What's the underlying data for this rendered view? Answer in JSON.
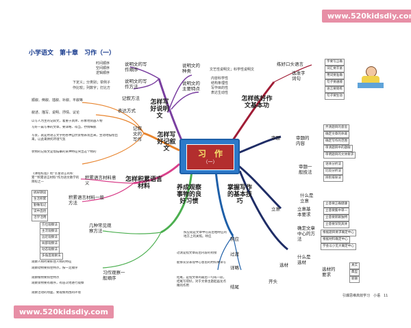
{
  "watermark": {
    "text": "www.520kidsdiy.com"
  },
  "title": "小学语文　第十章　习作（一）",
  "center": {
    "line1": "习　作",
    "line2": "（一）"
  },
  "branches": {
    "shuoming": "怎样写好说明文",
    "jishi": "怎样写好记叙文",
    "jilei": "怎样积累语言材料",
    "guancha": "养成观察事物的良好习惯",
    "jiqiao": "掌握写作的基本技巧",
    "kaitou": "怎样练好作文基本功"
  },
  "shuoming": {
    "shunxu": "说明文的写作顺序",
    "shunxu_items": [
      "时间顺序",
      "空间顺序",
      "逻辑顺序"
    ],
    "fangfa": "说明文的写作方法",
    "fangfa_items": [
      "下定义；分类别；举例子",
      "作比较；列数字；打比方"
    ],
    "zhonglei": "说明文的种类",
    "zhonglei_items": [
      "文艺性说明文；科学性说明文"
    ],
    "tedian": "说明文的主要特点",
    "tedian_items": [
      "内容科学性",
      "结构条理性",
      "写作目的性",
      "表达生动性"
    ]
  },
  "jishi": {
    "liangfa": "记叙方法",
    "liangfa_items": "顺叙、倒叙、插叙、补叙、平叙等",
    "biaoda": "表达方式",
    "biaoda_items": "叙述、描写、说明、抒情、议论",
    "fangfa": "记叙文的写作",
    "lines": [
      "以写人为主的记叙文，着重于具体、形象地刻画人物",
      "写好一篇写事的文章，要详略、得当，抒情细腻",
      "写景，就是用语言文字把各种自然景物表现出来，生动地描绘出来，以此来烘托环境气氛",
      "状物的记叙文是借描摹的某种特征突出这个物的"
    ]
  },
  "jilei": {
    "yiyi": "积累语言材料意义",
    "yiyi_text": "《课程标准》把\"丰富语言的积累\"\"积累语言材料\"作为语文教学的目标之一",
    "fangfa": "积累语言材料一般方法",
    "fangfa_items": [
      "搞好朗读",
      "生活积累",
      "勤做笔记",
      "读中品悟",
      "活学活用"
    ]
  },
  "guancha": {
    "changjian": "几种常见观察方法",
    "changjian_items": [
      "方位观察法",
      "主次观察法",
      "远近观察法",
      "局部观察法",
      "动态观察法",
      "多角度观察法"
    ],
    "shunxu": "习作观察一般顺序",
    "shunxu_items": [
      "观察人物时要抓住人物的特征",
      "观察动物要抓住特点，按一定顺序",
      "观察植物要抓住特点",
      "观察景物要有顺序，有层次地进行观察",
      "观察活动的场面，要观察周围的环境"
    ]
  },
  "jiqiao": {
    "huying": "照应",
    "guodu": "过渡",
    "xianglue": "详略",
    "jiewei": "结尾",
    "kaitou": "开头",
    "huying_text": "照应就是文章中在前后相呼应的地方上的关照。呼应",
    "guodu_text": "过渡是指文章前后内容的衔接",
    "xianglue_text": "能够充分表现中心意思的材料要详写",
    "jiewei_text": "结尾，是指文章的最后一句或一段，结尾写得好，对于文章主题起画龙点睛的作用"
  },
  "shentI": {
    "shenti": "审题",
    "neirong": "审题的内容",
    "neirong_items": [
      "弄清题目的意思",
      "确定文章的体裁",
      "确定写作的范围",
      "审清题目中的题眼",
      "审明题目的文体要求"
    ],
    "yiban": "审题一般技法",
    "yiban_items": [
      "语体分析法",
      "比较分析法",
      "辨别排除法"
    ]
  },
  "lice": {
    "liyi": "立意",
    "shime": "什么是立意",
    "jiben": "立意基本要求",
    "fangfa": "确定文章中心的方法",
    "jiben_items": [
      "立意要正确健康",
      "立意要集中单一",
      "立意要新颖独特",
      "立意要深刻具体"
    ],
    "fangfa_items": [
      "根据题目要求确定中心",
      "根据材料确定中心",
      "学会以小见大确定中心"
    ]
  },
  "xuancai": {
    "xuancai": "选材",
    "shime": "什么是选材",
    "tujing": "选材的要求",
    "items": [
      "真实",
      "典型",
      "新颖"
    ]
  },
  "kaitouB": {
    "lian": "练好口头语言",
    "xuanze": "选准字词句",
    "xuanze_items": [
      "字要写正确",
      "词汇要丰富",
      "用词要准确",
      "句子要通顺",
      "语言要简练",
      "句子要生动"
    ]
  },
  "footer": "引爆思维高效学习　小语　11"
}
